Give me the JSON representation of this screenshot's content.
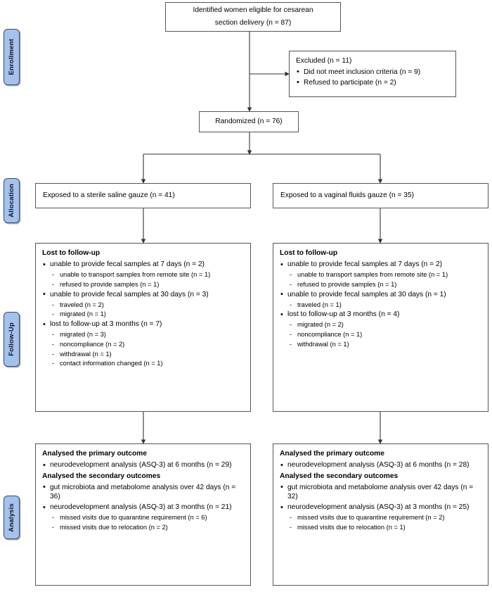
{
  "figure": {
    "type": "consort-flow-diagram",
    "accent_color": "#A4C2EC",
    "box_border_color": "#555555",
    "connector_color": "#333333"
  },
  "phases": [
    {
      "id": "enrollment",
      "label": "Enrollment"
    },
    {
      "id": "allocation",
      "label": "Allocation"
    },
    {
      "id": "followup",
      "label": "Follow-Up"
    },
    {
      "id": "analysis",
      "label": "Analysis"
    }
  ],
  "enrollment": {
    "eligible": {
      "line1": "Identified women eligible for cesarean",
      "line2": "section delivery (n = 87)"
    },
    "excluded": {
      "title": "Excluded (n = 11)",
      "items": [
        "Did not meet inclusion criteria (n = 9)",
        "Refused to participate (n = 2)"
      ]
    },
    "randomized": "Randomized (n = 76)"
  },
  "allocation": {
    "left": "Exposed to a sterile saline gauze (n = 41)",
    "right": "Exposed to a vaginal fluids gauze (n = 35)"
  },
  "followup": {
    "left": {
      "title": "Lost to follow-up",
      "groups": [
        {
          "label": "unable to provide fecal samples at 7 days (n = 2)",
          "sub": [
            "unable to transport samples from remote site (n = 1)",
            "refused to provide samples  (n = 1)"
          ]
        },
        {
          "label": "unable to provide fecal samples at 30 days (n = 3)",
          "sub": [
            "traveled (n = 2)",
            "migrated (n = 1)"
          ]
        },
        {
          "label": "lost to follow-up at 3 months (n = 7)",
          "sub": [
            "migrated (n = 3)",
            "noncompliance (n = 2)",
            "withdrawal (n = 1)",
            "contact information changed (n = 1)"
          ]
        }
      ]
    },
    "right": {
      "title": "Lost to follow-up",
      "groups": [
        {
          "label": "unable to provide fecal samples at 7 days (n = 2)",
          "sub": [
            "unable to transport samples from remote site (n = 1)",
            "refused to provide samples (n = 1)"
          ]
        },
        {
          "label": "unable to provide fecal samples at 30 days (n = 1)",
          "sub": [
            "traveled  (n = 1)"
          ]
        },
        {
          "label": "lost to follow-up at 3 months (n = 4)",
          "sub": [
            "migrated (n = 2)",
            "noncompliance (n = 1)",
            "withdrawal (n = 1)"
          ]
        }
      ]
    }
  },
  "analysis": {
    "left": {
      "primary_title": "Analysed the primary outcome",
      "primary_items": [
        "neurodevelopment analysis (ASQ-3) at 6 months (n = 29)"
      ],
      "secondary_title": "Analysed the secondary outcomes",
      "secondary_items": [
        {
          "label": "gut microbiota and metabolome analysis over 42 days (n = 36)",
          "sub": []
        },
        {
          "label": "neurodevelopment analysis (ASQ-3) at 3 months (n = 21)",
          "sub": [
            "missed visits due to quarantine requirement (n = 6)",
            "missed visits due to relocation (n = 2)"
          ]
        }
      ]
    },
    "right": {
      "primary_title": "Analysed the primary outcome",
      "primary_items": [
        "neurodevelopment analysis (ASQ-3) at 6 months (n = 28)"
      ],
      "secondary_title": "Analysed the secondary outcomes",
      "secondary_items": [
        {
          "label": "gut microbiota and metabolome analysis over 42 days (n = 32)",
          "sub": []
        },
        {
          "label": "neurodevelopment analysis (ASQ-3) at 3 months (n = 25)",
          "sub": [
            "missed visits due to quarantine requirement (n = 2)",
            "missed visits due to relocation (n = 1)"
          ]
        }
      ]
    }
  }
}
